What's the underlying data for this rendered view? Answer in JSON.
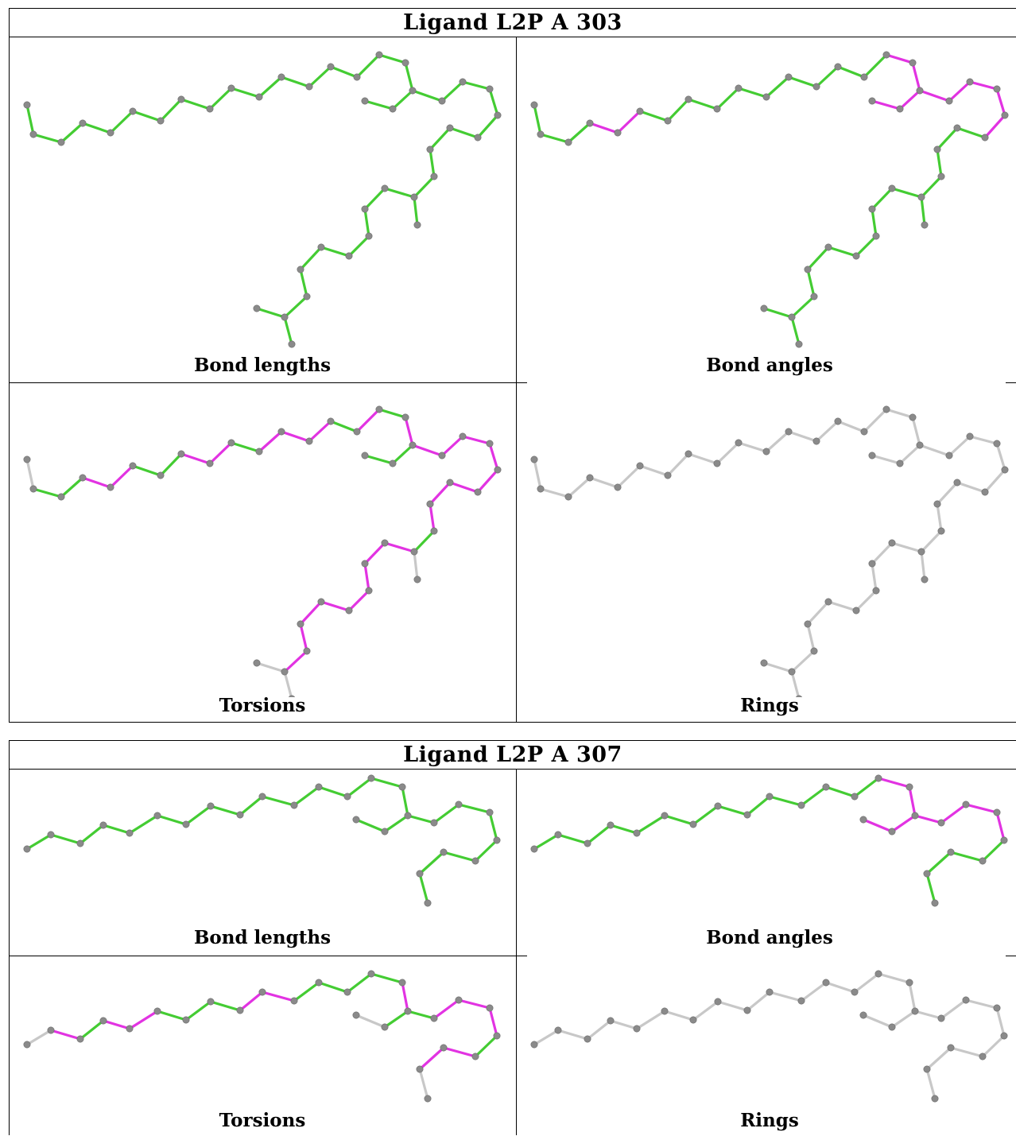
{
  "colors": {
    "ok_bond": "#44cc33",
    "outlier_bond": "#e233e2",
    "neutral_bond": "#c8c8c8",
    "atom": "#8a8a8a",
    "border": "#000000"
  },
  "tables": [
    {
      "title": "Ligand L2P A 303",
      "panels": [
        {
          "label": "Bond lengths"
        },
        {
          "label": "Bond angles"
        },
        {
          "label": "Torsions"
        },
        {
          "label": "Rings"
        }
      ]
    },
    {
      "title": "Ligand L2P A 307",
      "panels": [
        {
          "label": "Bond lengths"
        },
        {
          "label": "Bond angles"
        },
        {
          "label": "Torsions"
        },
        {
          "label": "Rings"
        }
      ]
    }
  ]
}
